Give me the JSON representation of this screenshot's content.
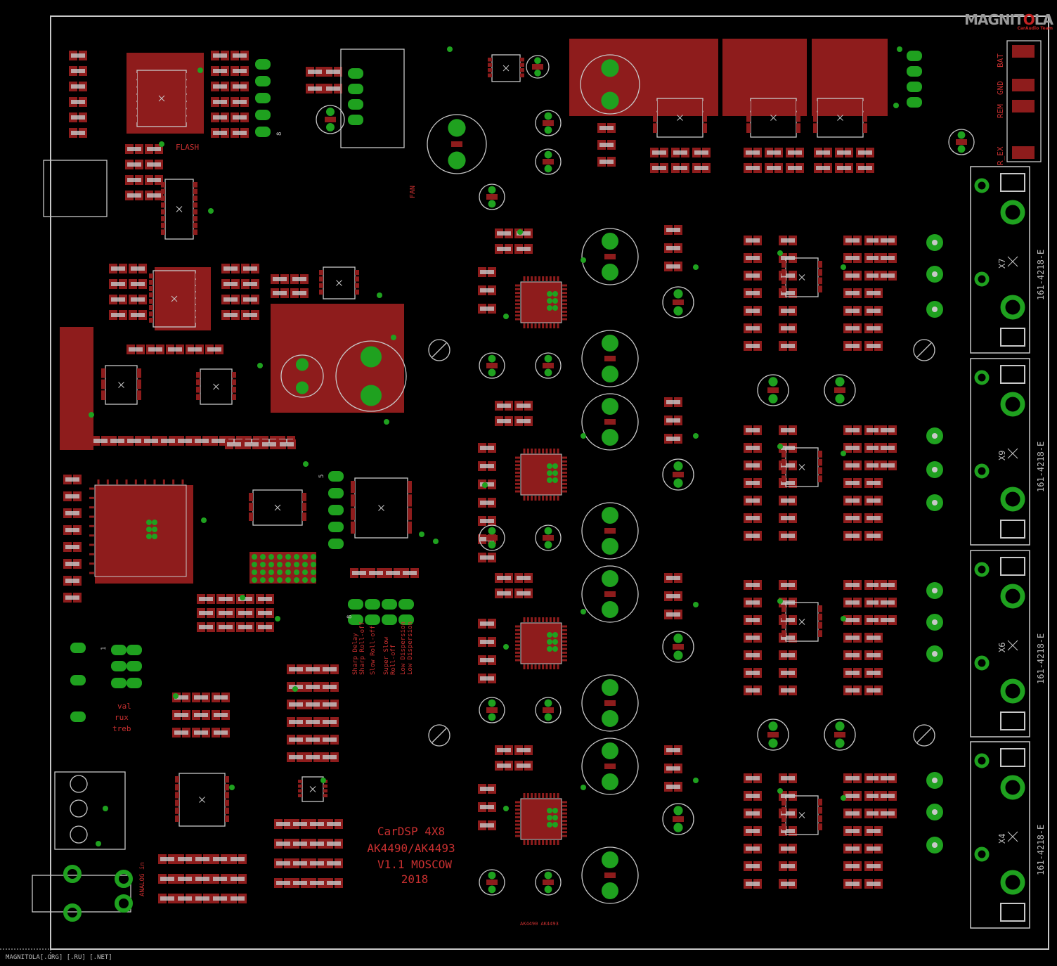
{
  "board_title": {
    "line1": "CarDSP 4X8",
    "line2": "AK4490/AK4493",
    "line3": "V1.1  MOSCOW",
    "line4": "2018"
  },
  "watermark": {
    "brand_left": "MAGNIT",
    "brand_o": "O",
    "brand_right": "LA",
    "tagline": "CarAudio Team"
  },
  "footer": "MAGNITOLA[.ORG] [.RU] [.NET]",
  "connector_labels": [
    "X7",
    "X9",
    "X6",
    "X4"
  ],
  "connector_part": "161-4218-E",
  "power_labels": [
    "BAT",
    "GND",
    "REM",
    "R_EX"
  ],
  "silk_labels": {
    "flash": "FLASH",
    "jp_numbers": [
      "8",
      "1",
      "5",
      "8"
    ],
    "left_options": [
      "val",
      "rux",
      "treb"
    ],
    "analog_in": "ANALOG in",
    "fan": "FAN",
    "dip_labels": [
      "Sharp Delay",
      "Sharp Roll-off",
      "Slow Roll-off",
      "Super Slow",
      "Roll-off",
      "Low Dispersion",
      "Low Dispersion"
    ],
    "bottom_variant": "AK4490 AK4493"
  },
  "colors": {
    "background": "#000000",
    "copper": "#8e1c1c",
    "pad": "#1fa11f",
    "silk": "#c8c8c8",
    "text_red": "#c93030"
  }
}
